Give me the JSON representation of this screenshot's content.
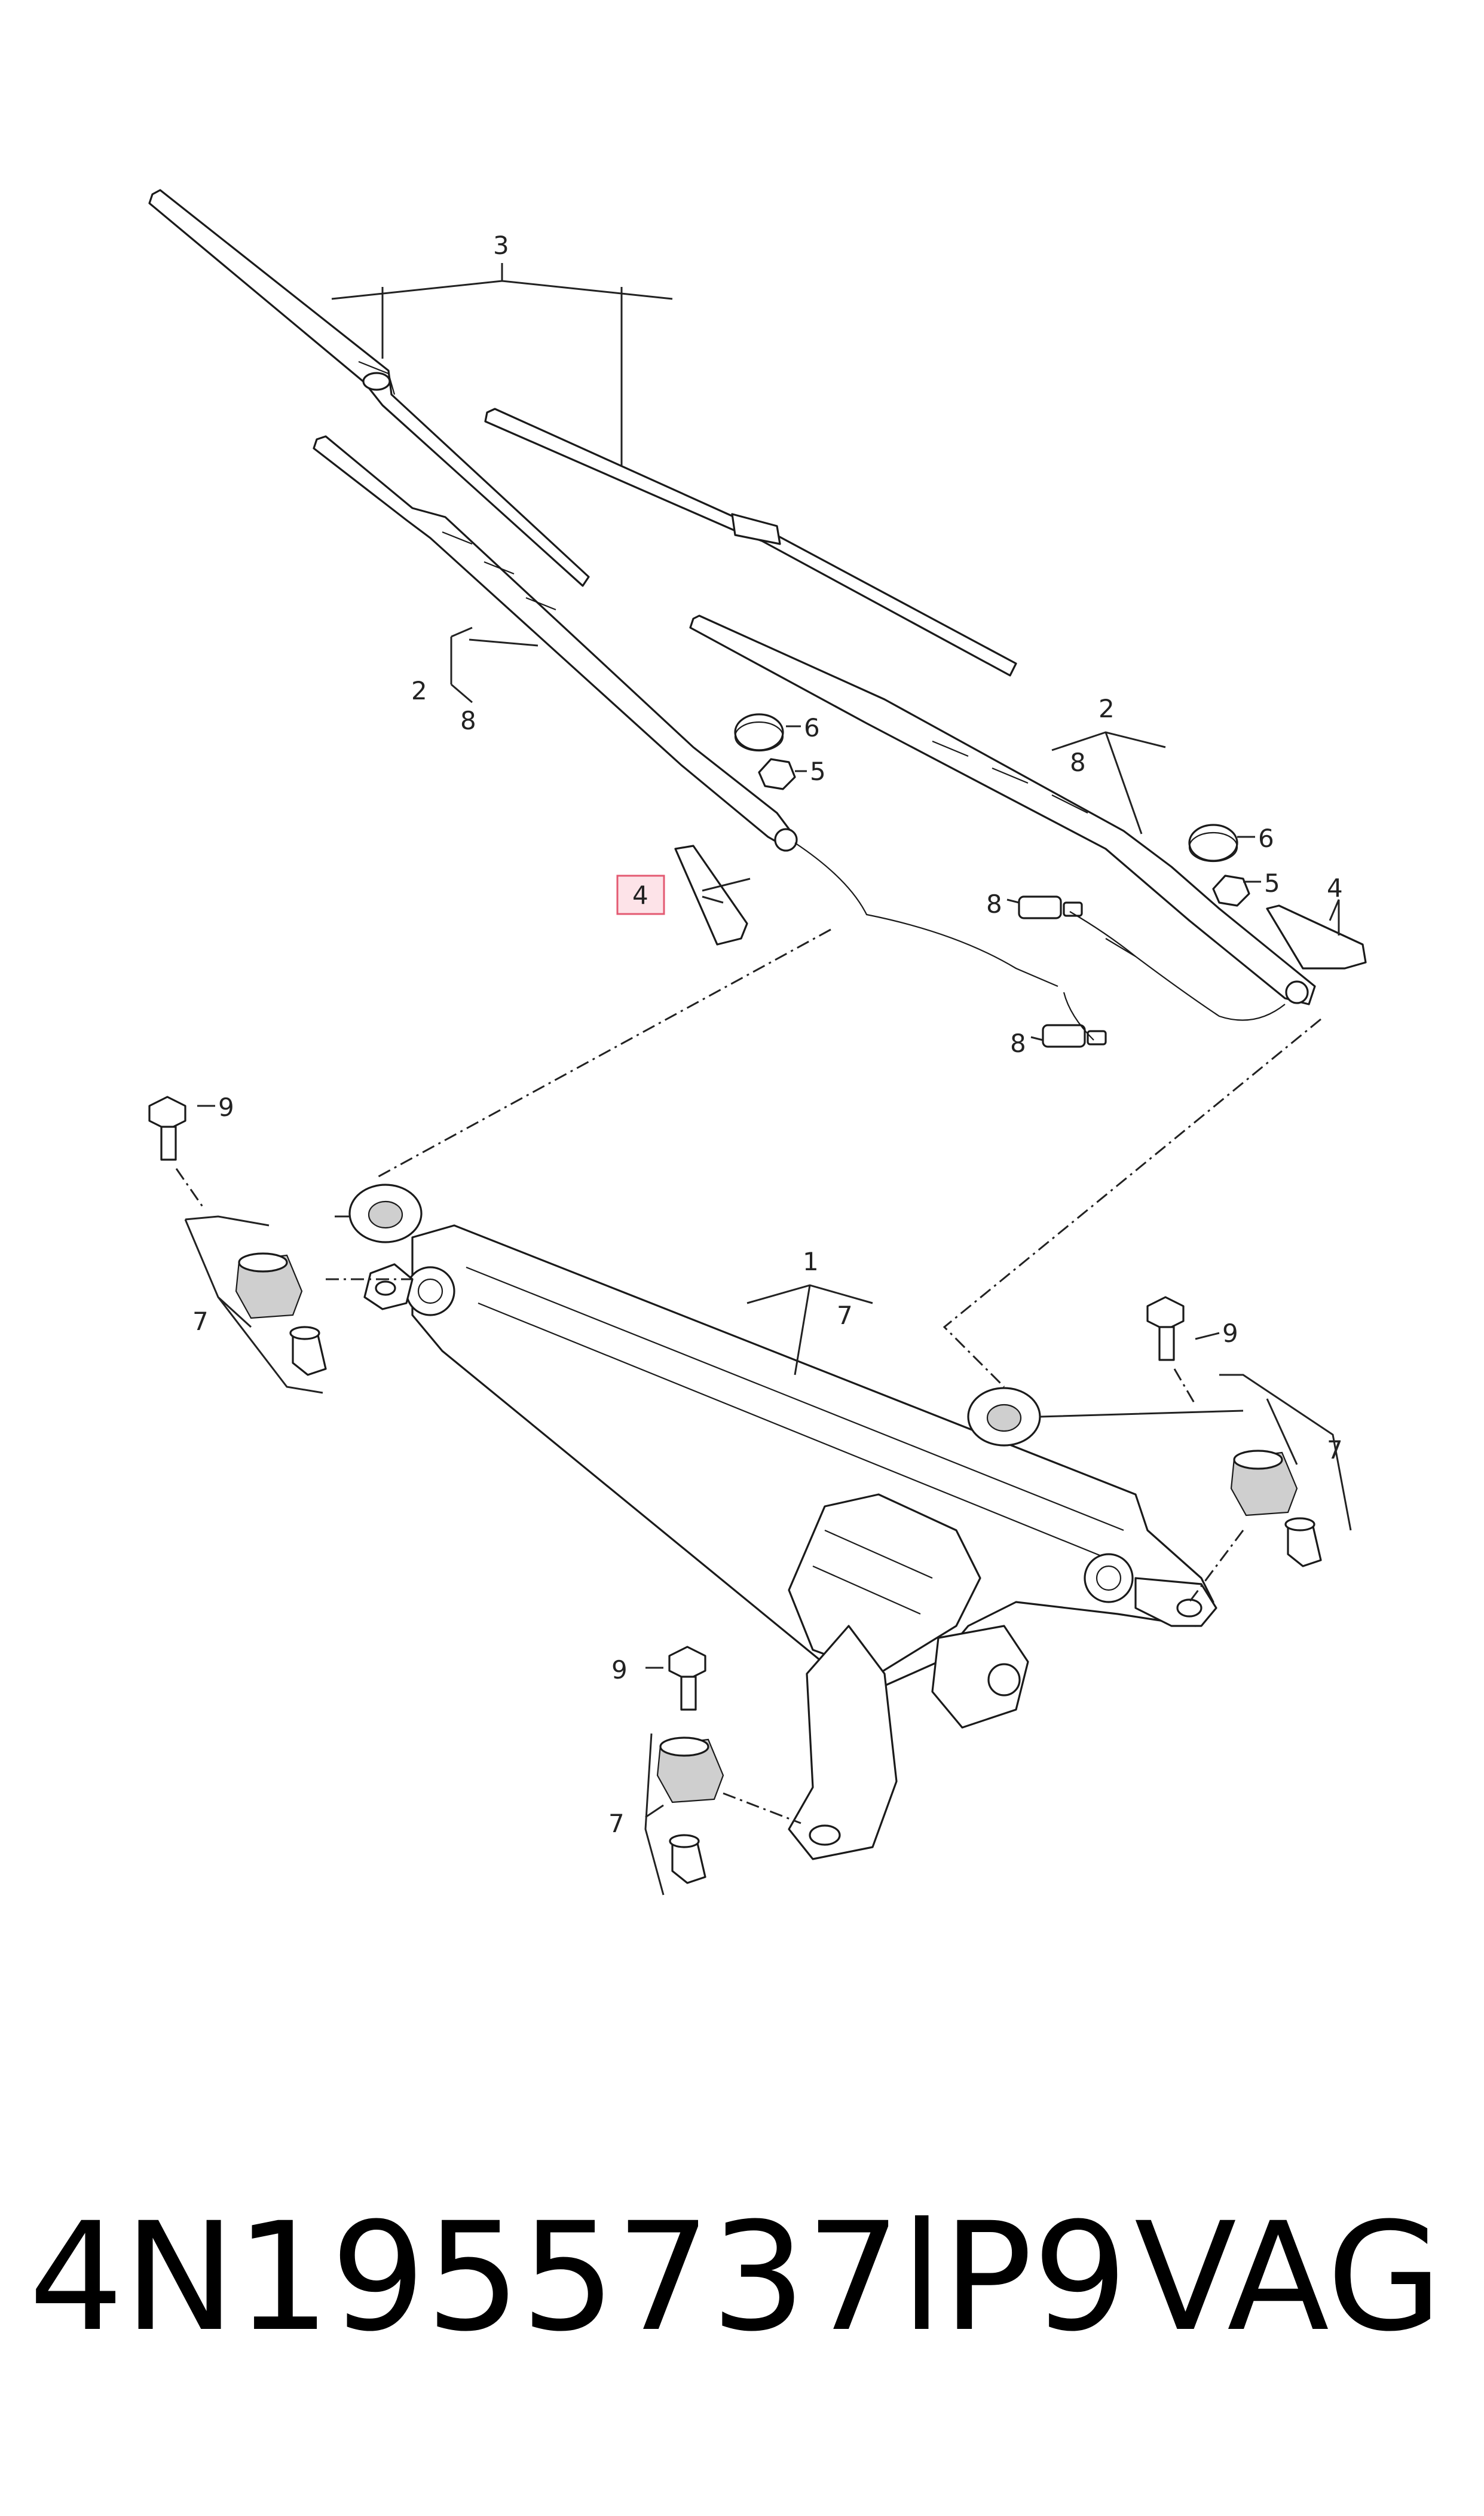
{
  "diagram": {
    "callouts": {
      "c1": "1",
      "c2a": "2",
      "c2b": "2",
      "c3": "3",
      "c4a": "4",
      "c4b": "4",
      "c5a": "5",
      "c5b": "5",
      "c6a": "6",
      "c6b": "6",
      "c7a": "7",
      "c7b": "7",
      "c7c": "7",
      "c7d": "7",
      "c8a": "8",
      "c8b": "8",
      "c8c": "8",
      "c8d": "8",
      "c9a": "9",
      "c9b": "9",
      "c9c": "9"
    },
    "highlight_color": "#e35a72"
  },
  "footer": {
    "part_number": "4N1955737lP9",
    "brand": "VAG"
  }
}
